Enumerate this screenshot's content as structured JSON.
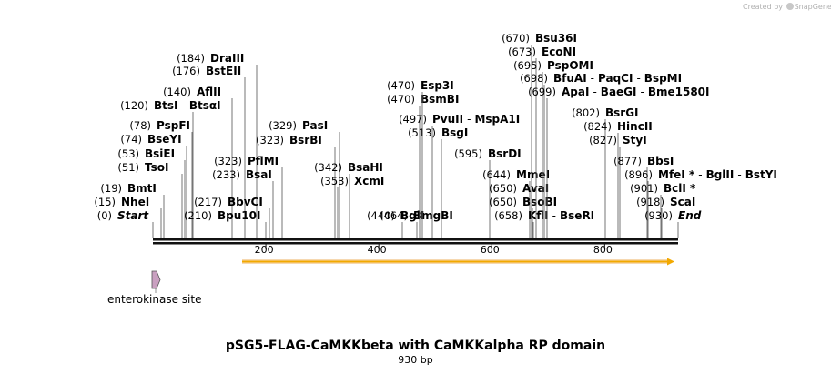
{
  "credit": {
    "prefix": "Created by",
    "brand": "SnapGene"
  },
  "title": "pSG5-FLAG-CaMKKbeta with CaMKKalpha RP domain",
  "subtitle": "930 bp",
  "sequence": {
    "length": 930,
    "ticks": [
      200,
      400,
      600,
      800
    ]
  },
  "features": [
    {
      "name": "enterokinase site",
      "start": 0,
      "end": 12,
      "color": "#c9a0c0",
      "type": "small-arrow"
    },
    {
      "name": "",
      "start": 160,
      "end": 930,
      "color": "#f2a900",
      "type": "orf-arrow"
    }
  ],
  "sites": [
    {
      "enzymes": [
        "Start"
      ],
      "italic": true,
      "pos": "(0)",
      "site": 0
    },
    {
      "enzymes": [
        "NheI"
      ],
      "pos": "(15)",
      "site": 15
    },
    {
      "enzymes": [
        "BmtI"
      ],
      "pos": "(19)",
      "site": 19
    },
    {
      "enzymes": [
        "TsoI"
      ],
      "pos": "(51)",
      "site": 51
    },
    {
      "enzymes": [
        "BsiEI"
      ],
      "pos": "(53)",
      "site": 53
    },
    {
      "enzymes": [
        "BseYI"
      ],
      "pos": "(74)",
      "site": 74
    },
    {
      "enzymes": [
        "PspFI"
      ],
      "pos": "(78)",
      "site": 78
    },
    {
      "enzymes": [
        "BtsI",
        "BtsαI"
      ],
      "pos": "(120)",
      "site": 120
    },
    {
      "enzymes": [
        "AflII"
      ],
      "pos": "(140)",
      "site": 140
    },
    {
      "enzymes": [
        "BstEII"
      ],
      "pos": "(176)",
      "site": 176
    },
    {
      "enzymes": [
        "DraIII"
      ],
      "pos": "(184)",
      "site": 184
    },
    {
      "enzymes": [
        "Bpu10I"
      ],
      "pos": "(210)",
      "site": 210
    },
    {
      "enzymes": [
        "BbvCI"
      ],
      "pos": "(217)",
      "site": 217
    },
    {
      "enzymes": [
        "BsaI"
      ],
      "pos": "(233)",
      "site": 233
    },
    {
      "enzymes": [
        "PflMI"
      ],
      "pos": "(323)",
      "site": 323
    },
    {
      "enzymes": [
        "BsrBI"
      ],
      "pos": "(323)",
      "site": 323
    },
    {
      "enzymes": [
        "PasI"
      ],
      "pos": "(329)",
      "site": 329
    },
    {
      "enzymes": [
        "XcmI"
      ],
      "pos": "(353)",
      "site": 353
    },
    {
      "enzymes": [
        "BsaHI"
      ],
      "pos": "(342)",
      "site": 342
    },
    {
      "enzymes": [
        "BglI"
      ],
      "pos": "(440)",
      "site": 440
    },
    {
      "enzymes": [
        "BmgBI"
      ],
      "pos": "(464)",
      "site": 464
    },
    {
      "enzymes": [
        "BsmBI"
      ],
      "pos": "(470)",
      "site": 470
    },
    {
      "enzymes": [
        "Esp3I"
      ],
      "pos": "(470)",
      "site": 470
    },
    {
      "enzymes": [
        "BsgI"
      ],
      "pos": "(513)",
      "site": 513
    },
    {
      "enzymes": [
        "PvuII",
        "MspA1I"
      ],
      "pos": "(497)",
      "site": 497
    },
    {
      "enzymes": [
        "BsrDI"
      ],
      "pos": "(595)",
      "site": 595
    },
    {
      "enzymes": [
        "MmeI"
      ],
      "pos": "(644)",
      "site": 644
    },
    {
      "enzymes": [
        "AvaI"
      ],
      "pos": "(650)",
      "site": 650
    },
    {
      "enzymes": [
        "BsoBI"
      ],
      "pos": "(650)",
      "site": 650
    },
    {
      "enzymes": [
        "KflI",
        "BseRI"
      ],
      "pos": "(658)",
      "site": 658
    },
    {
      "enzymes": [
        "Bsu36I"
      ],
      "pos": "(670)",
      "site": 670
    },
    {
      "enzymes": [
        "EcoNI"
      ],
      "pos": "(673)",
      "site": 673
    },
    {
      "enzymes": [
        "PspOMI"
      ],
      "pos": "(695)",
      "site": 695
    },
    {
      "enzymes": [
        "BfuAI",
        "PaqCI",
        "BspMI"
      ],
      "pos": "(698)",
      "site": 698
    },
    {
      "enzymes": [
        "ApaI",
        "BaeGI",
        "Bme1580I"
      ],
      "pos": "(699)",
      "site": 699
    },
    {
      "enzymes": [
        "BsrGI"
      ],
      "pos": "(802)",
      "site": 802
    },
    {
      "enzymes": [
        "HincII"
      ],
      "pos": "(824)",
      "site": 824
    },
    {
      "enzymes": [
        "StyI"
      ],
      "pos": "(827)",
      "site": 827
    },
    {
      "enzymes": [
        "BbsI"
      ],
      "pos": "(877)",
      "site": 877
    },
    {
      "enzymes": [
        "MfeI *",
        "BglII",
        "BstYI"
      ],
      "pos": "(896)",
      "site": 896
    },
    {
      "enzymes": [
        "BclI *"
      ],
      "pos": "(901)",
      "site": 901
    },
    {
      "enzymes": [
        "ScaI"
      ],
      "pos": "(918)",
      "site": 918
    },
    {
      "enzymes": [
        "End"
      ],
      "italic": true,
      "pos": "(930)",
      "site": 930
    }
  ]
}
